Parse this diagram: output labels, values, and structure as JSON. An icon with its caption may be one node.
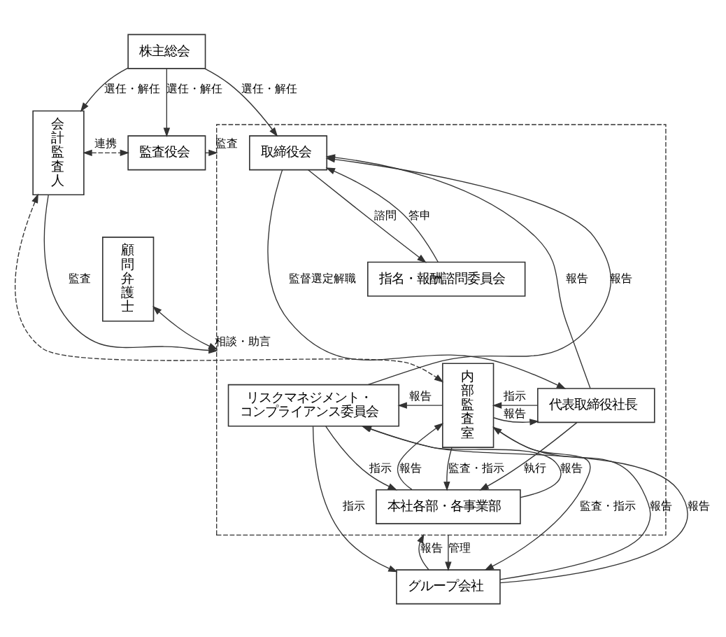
{
  "diagram": {
    "nodes": [
      {
        "text": [
          "株主総会"
        ]
      },
      {
        "text": [
          "会計監査人"
        ]
      },
      {
        "text": [
          "監査役会"
        ]
      },
      {
        "text": [],
        "shape": "box"
      },
      {
        "text": [
          "取締役会"
        ],
        "in": 3
      },
      {
        "text": [
          "指名・報酬諮問委員会"
        ],
        "in": 3
      },
      {
        "text": [
          "内部監査室"
        ],
        "in": 3
      },
      {
        "text": [
          "代表取締役社長"
        ],
        "in": 3
      },
      {
        "text": [
          "リスクマネジメント・コンプライアンス委員会"
        ],
        "in": 3
      },
      {
        "text": [
          "本社各部・各事業部"
        ],
        "in": 3
      },
      {
        "text": [
          "顧問弁護士"
        ]
      },
      {
        "text": [
          "グループ会社"
        ]
      }
    ],
    "edges": [
      {
        "from": 0,
        "to": 1,
        "arrow": "to",
        "label": "選任・解任"
      },
      {
        "from": 0,
        "to": 2,
        "arrow": "to",
        "label": "選任・解任"
      },
      {
        "from": 0,
        "to": 4,
        "arrow": "to",
        "label": "選任・解任"
      },
      {
        "from": 1,
        "to": 2,
        "arrow": "both",
        "label": "連携",
        "style": "dashed"
      },
      {
        "from": 1,
        "to": 6,
        "arrow": "both",
        "style": "dashed"
      },
      {
        "from": 2,
        "to": 3,
        "arrow": "to",
        "label": "監査"
      },
      {
        "from": 1,
        "to": 3,
        "arrow": "to",
        "label": "監査"
      },
      {
        "from": 4,
        "to": 5,
        "arrow": "to",
        "label": "諮問"
      },
      {
        "from": 5,
        "to": 4,
        "arrow": "to",
        "label": "答申"
      },
      {
        "from": 7,
        "to": 4,
        "arrow": "to",
        "label": "報告"
      },
      {
        "from": 4,
        "to": 7,
        "arrow": "to",
        "label": "監督選定解職"
      },
      {
        "from": 8,
        "to": 4,
        "arrow": "to",
        "label": "報告"
      },
      {
        "from": 7,
        "to": 6,
        "arrow": "to",
        "label": "指示"
      },
      {
        "from": 6,
        "to": 7,
        "arrow": "to",
        "label": "報告"
      },
      {
        "from": 7,
        "to": 9,
        "arrow": "to",
        "label": "執行"
      },
      {
        "from": 9,
        "to": 6,
        "arrow": "to",
        "label": "報告"
      },
      {
        "from": 6,
        "to": 9,
        "arrow": "to",
        "label": "監査・指示"
      },
      {
        "from": 9,
        "to": 8,
        "arrow": "to",
        "label": "報告"
      },
      {
        "from": 8,
        "to": 9,
        "arrow": "to",
        "label": "指示"
      },
      {
        "from": 6,
        "to": 8,
        "arrow": "to",
        "label": "報告"
      },
      {
        "from": 10,
        "to": 3,
        "arrow": "both",
        "label": "相談・助言"
      },
      {
        "from": 6,
        "to": 11,
        "arrow": "to",
        "label": "監査・指示"
      },
      {
        "from": 11,
        "to": 6,
        "arrow": "to",
        "label": "報告"
      },
      {
        "from": 3,
        "to": 11,
        "arrow": "to",
        "label": "管理"
      },
      {
        "from": 11,
        "to": 3,
        "arrow": "to",
        "label": "報告"
      },
      {
        "from": 11,
        "to": 8,
        "arrow": "to",
        "label": "報告"
      },
      {
        "from": 8,
        "to": 11,
        "arrow": "to",
        "label": "指示"
      }
    ]
  }
}
